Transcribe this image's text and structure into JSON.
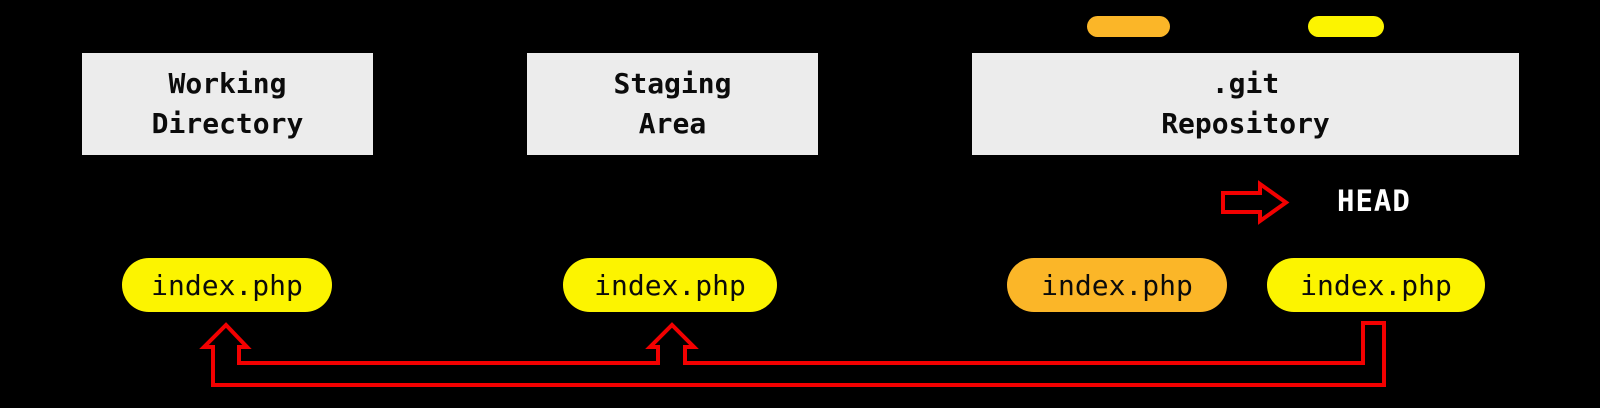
{
  "diagram": {
    "boxes": [
      {
        "id": "working-directory",
        "label": "Working\nDirectory"
      },
      {
        "id": "staging-area",
        "label": "Staging\nArea"
      },
      {
        "id": "git-repository",
        "label": ".git\nRepository"
      }
    ],
    "commit_markers": [
      {
        "id": "orange-commit-marker",
        "color_name": "orange"
      },
      {
        "id": "yellow-commit-marker",
        "color_name": "yellow"
      }
    ],
    "files": [
      {
        "label": "index.php",
        "area": "working-directory",
        "color_name": "yellow"
      },
      {
        "label": "index.php",
        "area": "staging-area",
        "color_name": "yellow"
      },
      {
        "label": "index.php",
        "area": "git-repository",
        "color_name": "orange"
      },
      {
        "label": "index.php",
        "area": "git-repository",
        "color_name": "yellow"
      }
    ],
    "head": {
      "label": "HEAD",
      "icon": "red-right-arrow-icon"
    },
    "flow_arrow": {
      "icon": "red-return-arrows-icon"
    },
    "colors": {
      "background": "#000000",
      "box_bg": "#ECECEC",
      "text": "#0B0B0B",
      "yellow": "#FCF400",
      "orange": "#FBB628",
      "red": "#F20000",
      "head_text": "#FFFFFF"
    }
  }
}
